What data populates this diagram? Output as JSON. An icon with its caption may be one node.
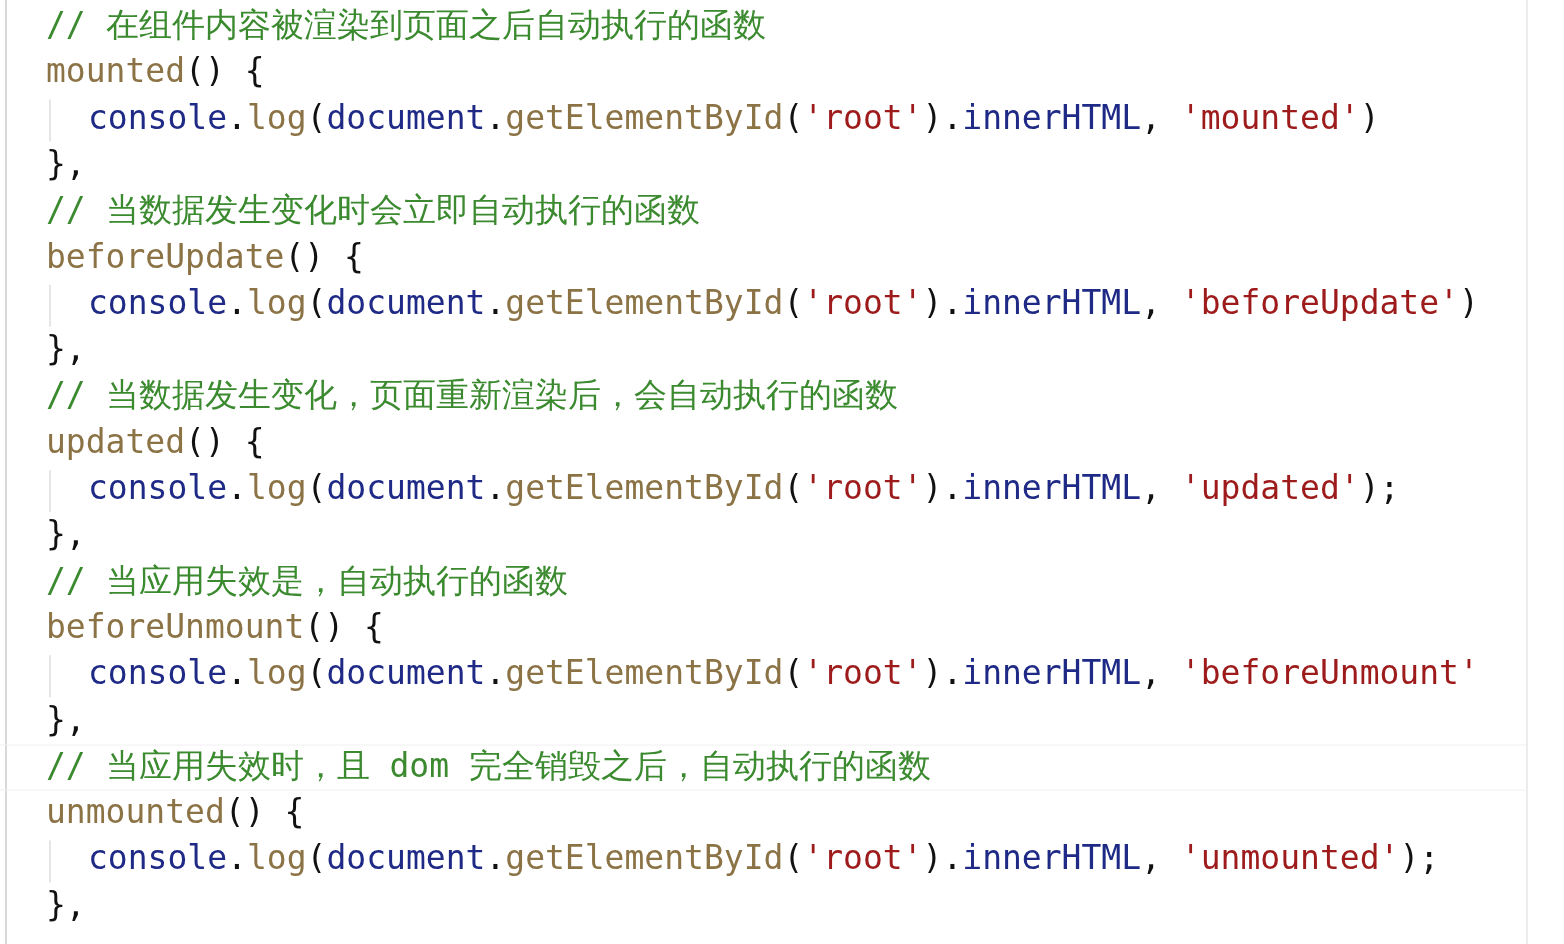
{
  "diagram": {
    "labels": [
      "// 在组件内容被渲染到页面之后自动执行的函数",
      "mounted() {",
      "console.log(document.getElementById('root').innerHTML, 'mounted')",
      "},",
      "// 当数据发生变化时会立即自动执行的函数",
      "beforeUpdate() {",
      "console.log(document.getElementById('root').innerHTML, 'beforeUpdate')",
      "},",
      "// 当数据发生变化，页面重新渲染后，会自动执行的函数",
      "updated() {",
      "console.log(document.getElementById('root').innerHTML, 'updated');",
      "},",
      "// 当应用失效是，自动执行的函数",
      "beforeUnmount() {",
      "console.log(document.getElementById('root').innerHTML, 'beforeUnmount'",
      "},",
      "// 当应用失效时，且 dom 完全销毁之后，自动执行的函数",
      "unmounted() {",
      "console.log(document.getElementById('root').innerHTML, 'unmounted');",
      "},"
    ]
  }
}
